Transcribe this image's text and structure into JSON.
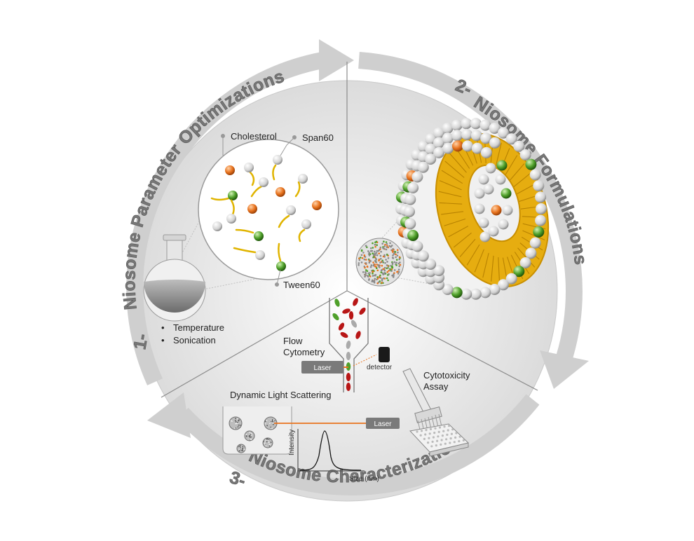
{
  "sections": [
    {
      "number": "1-",
      "title": "Niosome Parameter Optimizations"
    },
    {
      "number": "2-",
      "title": "Niosome Formulations"
    },
    {
      "number": "3-",
      "title": "Niosome Characterization"
    }
  ],
  "components": {
    "cholesterol": "Cholesterol",
    "span60": "Span60",
    "tween60": "Tween60"
  },
  "parameters": [
    "Temperature",
    "Sonication"
  ],
  "characterization": {
    "flow_cytometry": "Flow\nCytometry",
    "laser": "Laser",
    "detector": "detector",
    "cytotoxicity": "Cytotoxicity\nAssay",
    "dls": "Dynamic Light Scattering",
    "intensity": "Intensity",
    "size": "Size (nm)"
  },
  "colors": {
    "arrow": "#cfcfcf",
    "orange": "#e8731e",
    "green": "#4fa02a",
    "tail": "#e0b400",
    "bilayer": "#e6ad10"
  }
}
